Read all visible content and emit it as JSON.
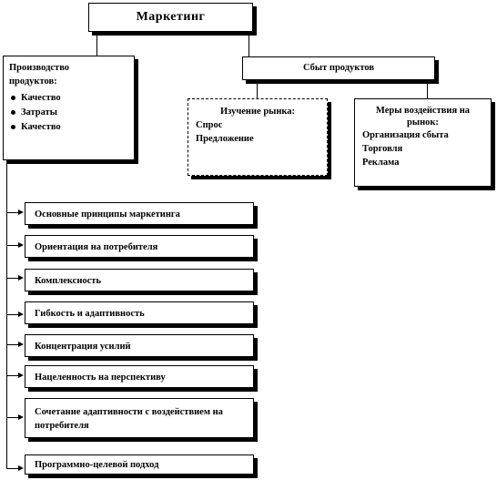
{
  "root": {
    "title": "Маркетинг"
  },
  "production": {
    "heading": "Производство продуктов:",
    "items": [
      "Качество",
      "Затраты",
      "Качество"
    ]
  },
  "sales": {
    "title": "Сбыт продуктов"
  },
  "market_study": {
    "heading": "Изучение рынка:",
    "items": [
      "Спрос",
      "Предложение"
    ]
  },
  "measures": {
    "heading": "Меры воздействия на рынок:",
    "items": [
      "Организация сбыта",
      "Торговля",
      "Реклама"
    ]
  },
  "principles": [
    "Основные принципы маркетинга",
    "Ориентация на потребителя",
    "Комплексность",
    "Гибкость и адаптивность",
    "Концентрация усилий",
    "Нацеленность на перспективу",
    "Сочетание адаптивности с воздействием на потребителя",
    "Программно-целевой подход"
  ]
}
